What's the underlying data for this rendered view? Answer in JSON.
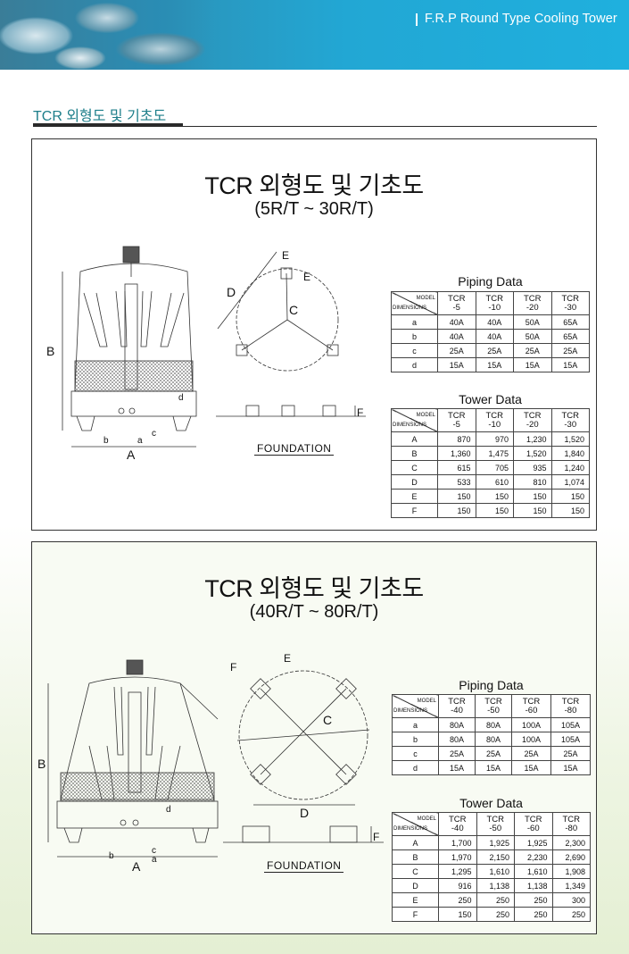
{
  "header": {
    "product_title": "F.R.P Round Type Cooling Tower"
  },
  "section_title": "TCR 외형도 및 기초도",
  "panels": [
    {
      "title": "TCR 외형도 및 기초도",
      "subtitle": "(5R/T ~ 30R/T)",
      "foundation_label": "FOUNDATION",
      "labels": {
        "A": "A",
        "B": "B",
        "C": "C",
        "D": "D",
        "E": "E",
        "F": "F",
        "a": "a",
        "b": "b",
        "c": "c",
        "d": "d"
      },
      "piping": {
        "title": "Piping Data",
        "corner_model": "MODEL",
        "corner_dim": "DIMENSIONS",
        "models": [
          "TCR\n-5",
          "TCR\n-10",
          "TCR\n-20",
          "TCR\n-30"
        ],
        "rows": [
          {
            "label": "a",
            "values": [
              "40A",
              "40A",
              "50A",
              "65A"
            ]
          },
          {
            "label": "b",
            "values": [
              "40A",
              "40A",
              "50A",
              "65A"
            ]
          },
          {
            "label": "c",
            "values": [
              "25A",
              "25A",
              "25A",
              "25A"
            ]
          },
          {
            "label": "d",
            "values": [
              "15A",
              "15A",
              "15A",
              "15A"
            ]
          }
        ]
      },
      "tower": {
        "title": "Tower Data",
        "corner_model": "MODEL",
        "corner_dim": "DIMENSIONS",
        "models": [
          "TCR\n-5",
          "TCR\n-10",
          "TCR\n-20",
          "TCR\n-30"
        ],
        "rows": [
          {
            "label": "A",
            "values": [
              "870",
              "970",
              "1,230",
              "1,520"
            ]
          },
          {
            "label": "B",
            "values": [
              "1,360",
              "1,475",
              "1,520",
              "1,840"
            ]
          },
          {
            "label": "C",
            "values": [
              "615",
              "705",
              "935",
              "1,240"
            ]
          },
          {
            "label": "D",
            "values": [
              "533",
              "610",
              "810",
              "1,074"
            ]
          },
          {
            "label": "E",
            "values": [
              "150",
              "150",
              "150",
              "150"
            ]
          },
          {
            "label": "F",
            "values": [
              "150",
              "150",
              "150",
              "150"
            ]
          }
        ]
      }
    },
    {
      "title": "TCR 외형도 및 기초도",
      "subtitle": "(40R/T ~ 80R/T)",
      "foundation_label": "FOUNDATION",
      "labels": {
        "A": "A",
        "B": "B",
        "C": "C",
        "D": "D",
        "E": "E",
        "F": "F",
        "a": "a",
        "b": "b",
        "c": "c",
        "d": "d"
      },
      "piping": {
        "title": "Piping Data",
        "corner_model": "MODEL",
        "corner_dim": "DIMENSIONS",
        "models": [
          "TCR\n-40",
          "TCR\n-50",
          "TCR\n-60",
          "TCR\n-80"
        ],
        "rows": [
          {
            "label": "a",
            "values": [
              "80A",
              "80A",
              "100A",
              "105A"
            ]
          },
          {
            "label": "b",
            "values": [
              "80A",
              "80A",
              "100A",
              "105A"
            ]
          },
          {
            "label": "c",
            "values": [
              "25A",
              "25A",
              "25A",
              "25A"
            ]
          },
          {
            "label": "d",
            "values": [
              "15A",
              "15A",
              "15A",
              "15A"
            ]
          }
        ]
      },
      "tower": {
        "title": "Tower Data",
        "corner_model": "MODEL",
        "corner_dim": "DIMENSIONS",
        "models": [
          "TCR\n-40",
          "TCR\n-50",
          "TCR\n-60",
          "TCR\n-80"
        ],
        "rows": [
          {
            "label": "A",
            "values": [
              "1,700",
              "1,925",
              "1,925",
              "2,300"
            ]
          },
          {
            "label": "B",
            "values": [
              "1,970",
              "2,150",
              "2,230",
              "2,690"
            ]
          },
          {
            "label": "C",
            "values": [
              "1,295",
              "1,610",
              "1,610",
              "1,908"
            ]
          },
          {
            "label": "D",
            "values": [
              "916",
              "1,138",
              "1,138",
              "1,349"
            ]
          },
          {
            "label": "E",
            "values": [
              "250",
              "250",
              "250",
              "300"
            ]
          },
          {
            "label": "F",
            "values": [
              "150",
              "250",
              "250",
              "250"
            ]
          }
        ]
      }
    }
  ]
}
